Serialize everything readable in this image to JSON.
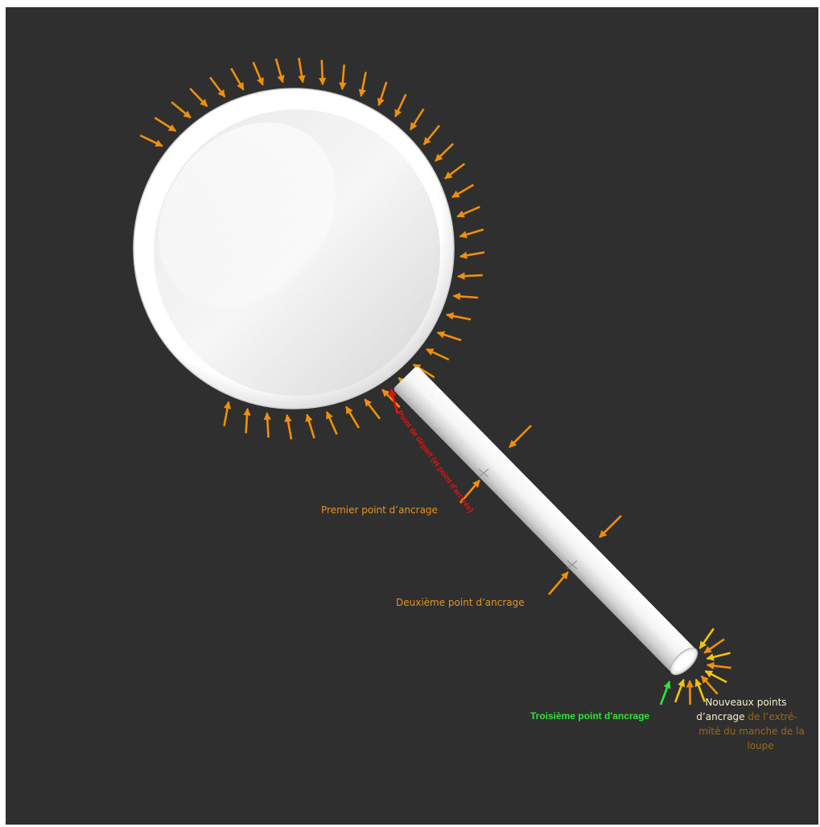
{
  "labels": {
    "start_point": "Point de départ (et point d'arrivée)",
    "first_anchor": "Premier point d’ancrage",
    "second_anchor": "Deuxième point d’ancrage",
    "third_anchor": "Troisième point d'ancrage",
    "new_points_l1": "Nouveaux points",
    "new_points_l2a": "d’ancrage",
    "new_points_l2b": " de l’extré-",
    "new_points_l3": "mité du manche de la",
    "new_points_l4": "loupe"
  },
  "colors": {
    "background": "#2f2f2f",
    "arrow_orange": "#f0900a",
    "arrow_yellow": "#f2c40c",
    "start_red": "#e8110f",
    "third_green": "#30e23a",
    "label_orange": "#e8941c",
    "label_white": "#f5f0c8",
    "label_brown": "#9a6a18"
  },
  "icons": {
    "lens": "magnifying-glass-lens-icon",
    "handle": "magnifying-glass-handle-icon"
  }
}
